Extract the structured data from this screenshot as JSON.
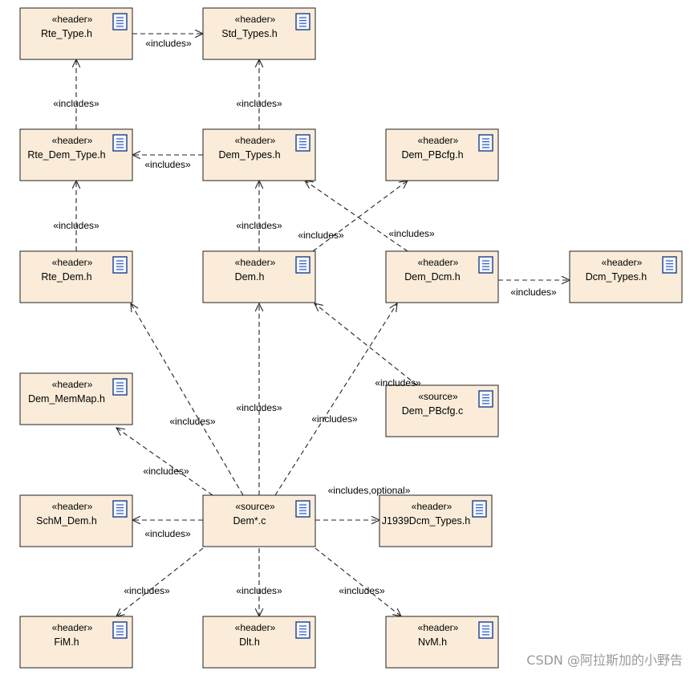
{
  "nodes": [
    {
      "id": "rte_type",
      "stereotype": "«header»",
      "name": "Rte_Type.h",
      "icon": "header-file-icon"
    },
    {
      "id": "std_types",
      "stereotype": "«header»",
      "name": "Std_Types.h",
      "icon": "header-file-icon"
    },
    {
      "id": "rte_dem_type",
      "stereotype": "«header»",
      "name": "Rte_Dem_Type.h",
      "icon": "header-file-icon"
    },
    {
      "id": "dem_types",
      "stereotype": "«header»",
      "name": "Dem_Types.h",
      "icon": "header-file-icon"
    },
    {
      "id": "dem_pbcfg_h",
      "stereotype": "«header»",
      "name": "Dem_PBcfg.h",
      "icon": "header-file-icon"
    },
    {
      "id": "rte_dem",
      "stereotype": "«header»",
      "name": "Rte_Dem.h",
      "icon": "header-file-icon"
    },
    {
      "id": "dem_h",
      "stereotype": "«header»",
      "name": "Dem.h",
      "icon": "header-file-icon"
    },
    {
      "id": "dem_dcm",
      "stereotype": "«header»",
      "name": "Dem_Dcm.h",
      "icon": "header-file-icon"
    },
    {
      "id": "dcm_types",
      "stereotype": "«header»",
      "name": "Dcm_Types.h",
      "icon": "header-file-icon"
    },
    {
      "id": "dem_memmap",
      "stereotype": "«header»",
      "name": "Dem_MemMap.h",
      "icon": "header-file-icon"
    },
    {
      "id": "dem_pbcfg_c",
      "stereotype": "«source»",
      "name": "Dem_PBcfg.c",
      "icon": "source-file-icon"
    },
    {
      "id": "schm_dem",
      "stereotype": "«header»",
      "name": "SchM_Dem.h",
      "icon": "header-file-icon"
    },
    {
      "id": "dem_c",
      "stereotype": "«source»",
      "name": "Dem*.c",
      "icon": "source-file-icon"
    },
    {
      "id": "j1939",
      "stereotype": "«header»",
      "name": "J1939Dcm_Types.h",
      "icon": "header-file-icon"
    },
    {
      "id": "fim",
      "stereotype": "«header»",
      "name": "FiM.h",
      "icon": "header-file-icon"
    },
    {
      "id": "dlt",
      "stereotype": "«header»",
      "name": "Dlt.h",
      "icon": "header-file-icon"
    },
    {
      "id": "nvm",
      "stereotype": "«header»",
      "name": "NvM.h",
      "icon": "header-file-icon"
    }
  ],
  "edges": [
    {
      "from": "rte_type",
      "to": "std_types",
      "label": "«includes»"
    },
    {
      "from": "rte_dem_type",
      "to": "rte_type",
      "label": "«includes»"
    },
    {
      "from": "dem_types",
      "to": "std_types",
      "label": "«includes»"
    },
    {
      "from": "dem_types",
      "to": "rte_dem_type",
      "label": "«includes»"
    },
    {
      "from": "rte_dem",
      "to": "rte_dem_type",
      "label": "«includes»"
    },
    {
      "from": "dem_h",
      "to": "dem_types",
      "label": "«includes»"
    },
    {
      "from": "dem_h",
      "to": "dem_pbcfg_h",
      "label": "«includes»"
    },
    {
      "from": "dem_dcm",
      "to": "dem_types",
      "label": "«includes»"
    },
    {
      "from": "dem_dcm",
      "to": "dcm_types",
      "label": "«includes»"
    },
    {
      "from": "dem_pbcfg_c",
      "to": "dem_h",
      "label": "«includes»"
    },
    {
      "from": "dem_c",
      "to": "rte_dem",
      "label": "«includes»"
    },
    {
      "from": "dem_c",
      "to": "dem_h",
      "label": "«includes»"
    },
    {
      "from": "dem_c",
      "to": "dem_dcm",
      "label": "«includes»"
    },
    {
      "from": "dem_c",
      "to": "dem_memmap",
      "label": "«includes»"
    },
    {
      "from": "dem_c",
      "to": "schm_dem",
      "label": "«includes»"
    },
    {
      "from": "dem_c",
      "to": "j1939",
      "label": "«includes,optional»"
    },
    {
      "from": "dem_c",
      "to": "fim",
      "label": "«includes»"
    },
    {
      "from": "dem_c",
      "to": "dlt",
      "label": "«includes»"
    },
    {
      "from": "dem_c",
      "to": "nvm",
      "label": "«includes»"
    }
  ],
  "watermark": "CSDN @阿拉斯加的小野告"
}
